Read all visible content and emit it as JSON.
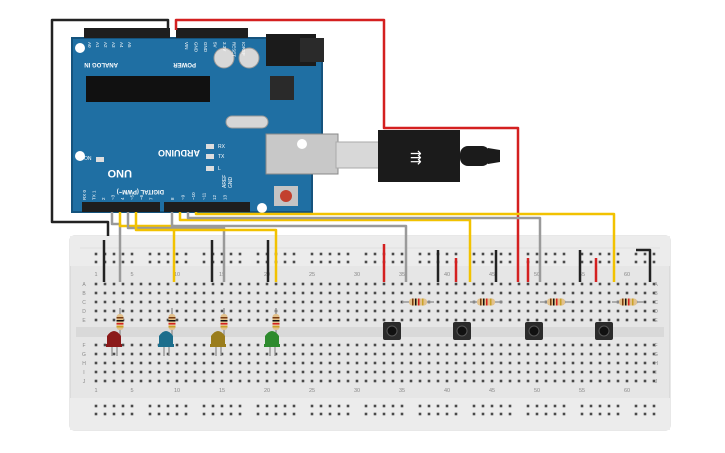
{
  "arduino": {
    "header_top_labels": [
      "A0",
      "A1",
      "A2",
      "A3",
      "A4",
      "A5",
      "VIN",
      "GND",
      "GND",
      "5V",
      "3.3V",
      "RESET",
      "IOREF"
    ],
    "analog_in_label": "ANALOG IN",
    "power_label": "POWER",
    "brand": "ARDUINO",
    "model": "UNO",
    "on_label": "ON",
    "tx_label": "TX",
    "rx_label": "RX",
    "l_label": "L",
    "digital_label": "DIGITAL (PWM~)",
    "aref_label": "AREF",
    "gnd_label": "GND",
    "digital_pins": [
      "RX 0",
      "TX 1",
      "2",
      "~3",
      "4",
      "~5",
      "~6",
      "7",
      "8",
      "~9",
      "~10",
      "~11",
      "12",
      "13"
    ]
  },
  "breadboard": {
    "column_numbers": [
      "1",
      "5",
      "10",
      "15",
      "20",
      "25",
      "30",
      "35",
      "40",
      "45",
      "50",
      "55",
      "60"
    ],
    "row_letters_top": [
      "A",
      "B",
      "C",
      "D",
      "E"
    ],
    "row_letters_bottom": [
      "F",
      "G",
      "H",
      "I",
      "J"
    ]
  },
  "components": {
    "leds": [
      {
        "color": "#8b1a1a",
        "name": "red"
      },
      {
        "color": "#1c6e8c",
        "name": "blue"
      },
      {
        "color": "#9a7d1c",
        "name": "yellow"
      },
      {
        "color": "#2e8b2e",
        "name": "green"
      }
    ],
    "buttons_count": 4
  },
  "colors": {
    "board": "#1f6fa3",
    "board_edge": "#15537d",
    "wire_red": "#d42020",
    "wire_black": "#222222",
    "wire_yellow": "#f2c200",
    "wire_gray": "#9a9a9a",
    "breadboard": "#e8e8e8"
  }
}
